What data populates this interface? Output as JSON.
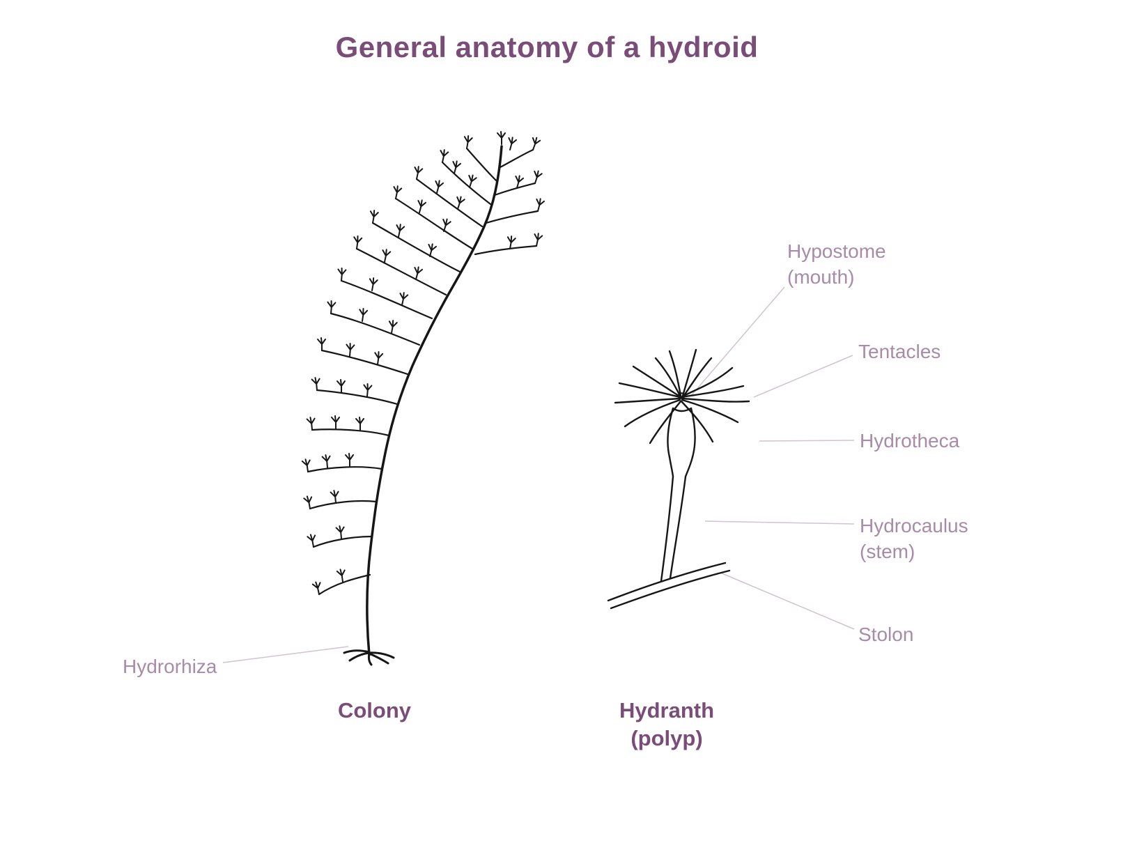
{
  "title": "General anatomy of a hydroid",
  "colony": {
    "caption": "Colony",
    "hydrorhiza_label": "Hydrorhiza"
  },
  "hydranth": {
    "caption_line1": "Hydranth",
    "caption_line2": "(polyp)",
    "labels": {
      "hypostome_line1": "Hypostome",
      "hypostome_line2": "(mouth)",
      "tentacles": "Tentacles",
      "hydrotheca": "Hydrotheca",
      "hydrocaulus_line1": "Hydrocaulus",
      "hydrocaulus_line2": "(stem)",
      "stolon": "Stolon"
    }
  },
  "colors": {
    "title_text": "#7a4d78",
    "label_text": "#a78ba8",
    "leader_line": "#cfc4cf",
    "ink": "#161616",
    "background": "#ffffff"
  }
}
